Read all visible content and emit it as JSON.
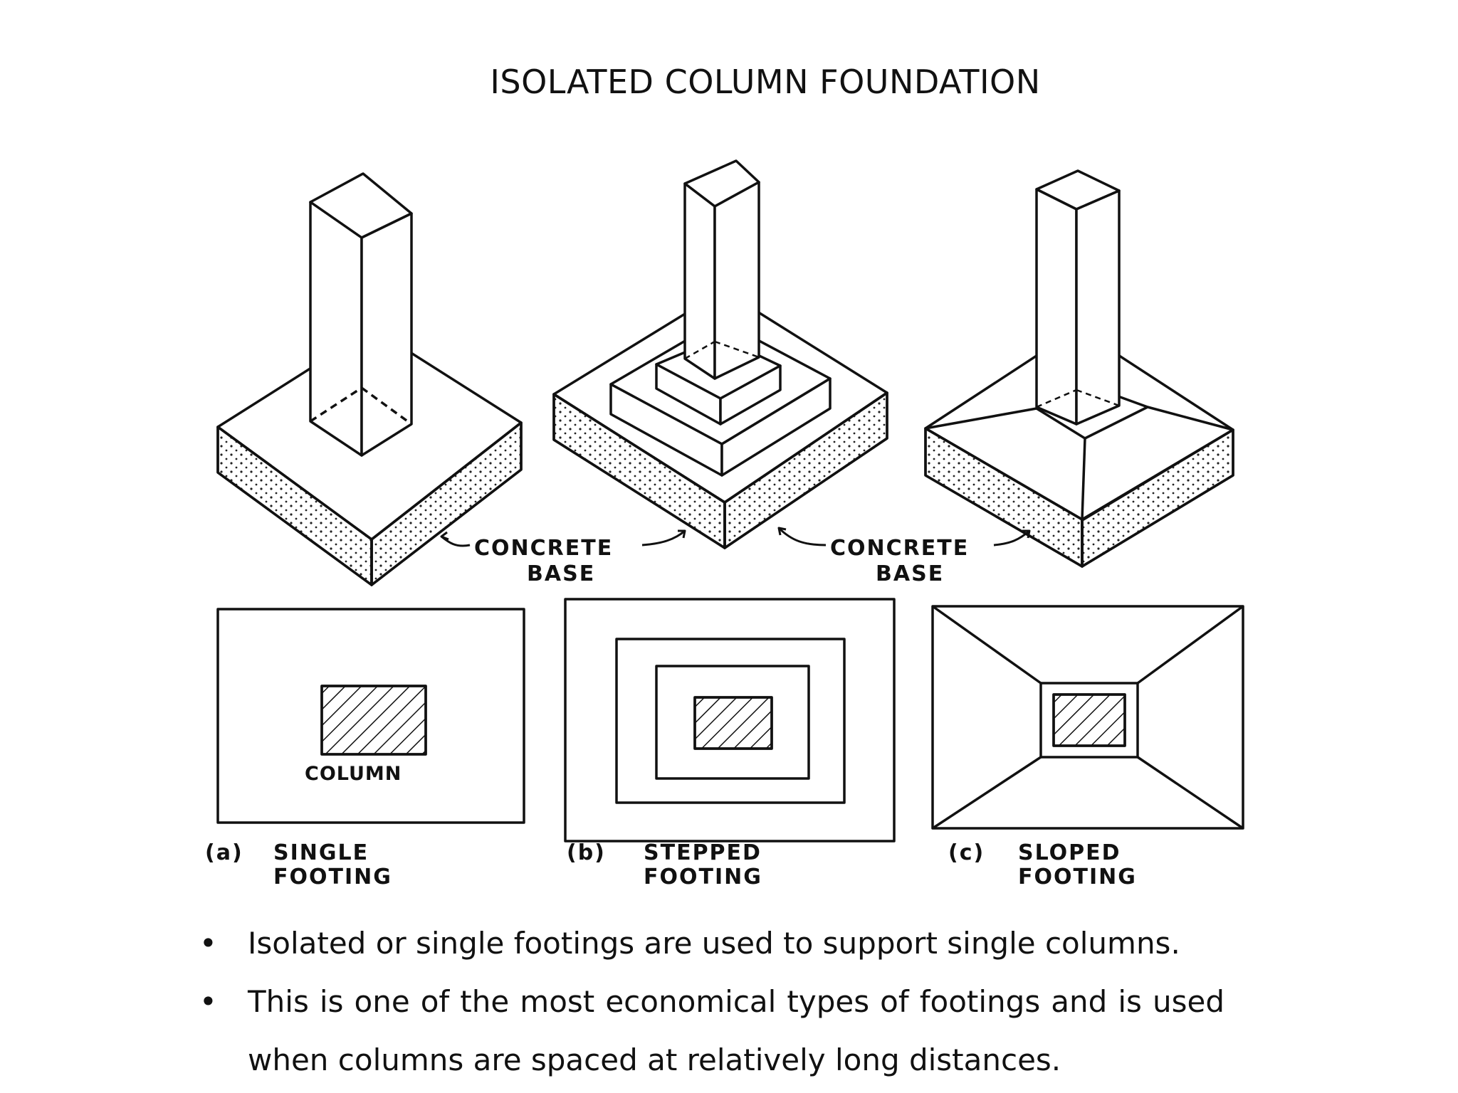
{
  "title": "ISOLATED COLUMN FOUNDATION",
  "labels": {
    "concrete_base_line1": "CONCRETE",
    "concrete_base_line2": "BASE",
    "column": "COLUMN",
    "a_tag": "(a)",
    "a_line1": "SINGLE",
    "a_line2": "FOOTING",
    "b_tag": "(b)",
    "b_line1": "STEPPED",
    "b_line2": "FOOTING",
    "c_tag": "(c)",
    "c_line1": "SLOPED",
    "c_line2": "FOOTING"
  },
  "bullets": [
    {
      "marker": "•",
      "text": "Isolated or single footings are used to support single columns."
    },
    {
      "marker": "•",
      "text": "This is one of the most economical types of footings and is used when columns are spaced at relatively long distances."
    }
  ]
}
